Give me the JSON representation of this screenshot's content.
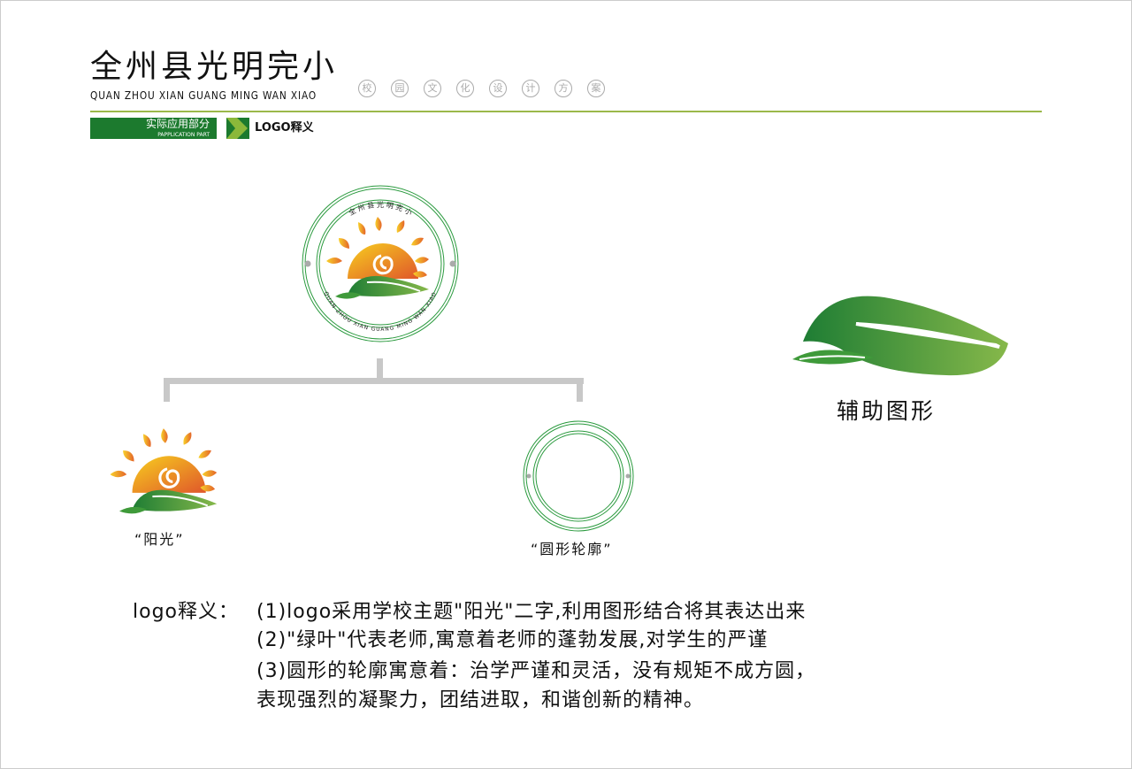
{
  "header": {
    "title": "全州县光明完小",
    "pinyin": "QUAN ZHOU XIAN GUANG MING WAN XIAO",
    "subtitle_chars": [
      "校",
      "园",
      "文",
      "化",
      "设",
      "计",
      "方",
      "案"
    ],
    "section_tag_cn": "实际应用部分",
    "section_tag_en": "PAPPLICATION PART",
    "section_title": "LOGO释义"
  },
  "logo": {
    "ring_top_text": "全 州 县 光 明 完 小",
    "ring_bottom_text": "QUAN ZHOU XIAN GUANG MING WAN XIAO"
  },
  "parts": {
    "sun_caption": "“阳光”",
    "circle_caption": "“圆形轮廓”",
    "aux_caption": "辅助图形"
  },
  "explanation": {
    "label": "logo释义：",
    "lines": [
      "(1)logo采用学校主题\"阳光\"二字,利用图形结合将其表达出来",
      "(2)\"绿叶\"代表老师,寓意着老师的蓬勃发展,对学生的严谨",
      "(3)圆形的轮廓寓意着：治学严谨和灵活，没有规矩不成方圆，",
      "表现强烈的凝聚力，团结进取，和谐创新的精神。"
    ]
  },
  "colors": {
    "brand_green": "#1c7a2e",
    "rule": "#9bb84a",
    "sun_yellow": "#f5c21b",
    "sun_orange": "#e2622a",
    "leaf_green": "#2d8a3a"
  }
}
